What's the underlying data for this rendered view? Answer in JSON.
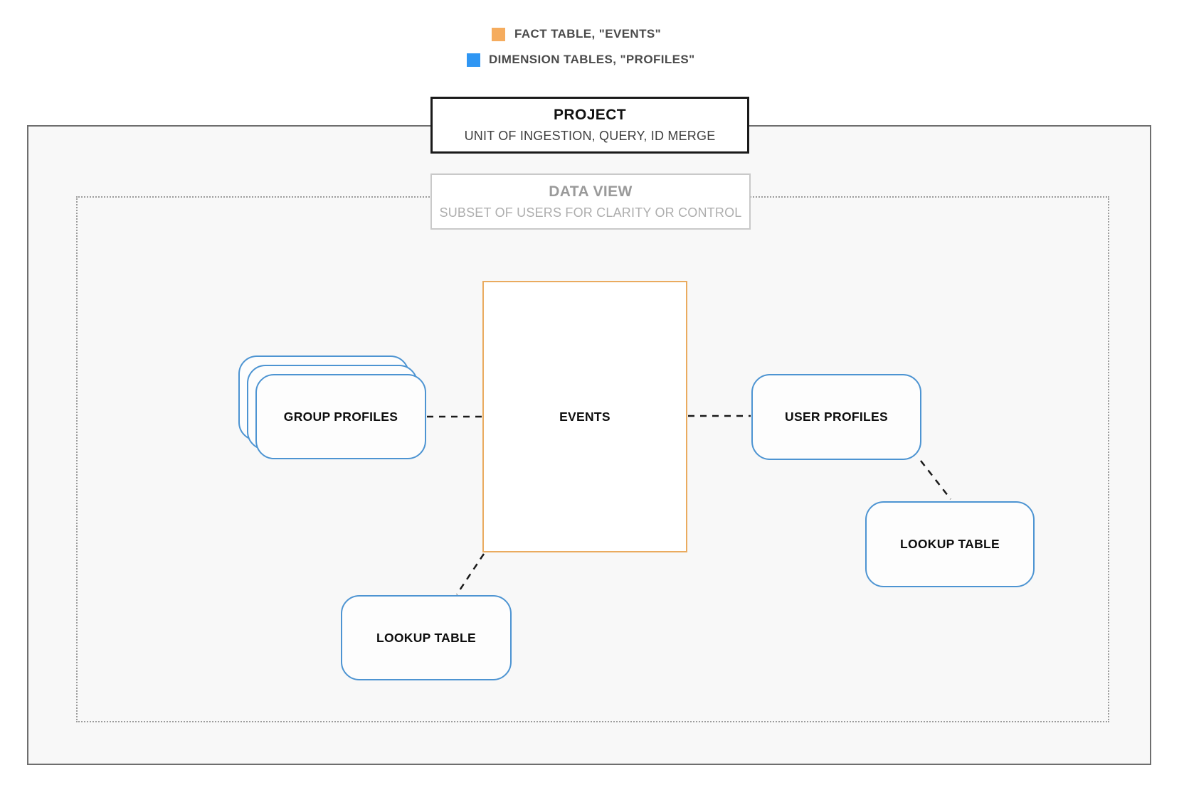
{
  "legend": {
    "items": [
      {
        "label": "FACT TABLE, \"EVENTS\"",
        "color": "#f5ac5e"
      },
      {
        "label": "DIMENSION TABLES, \"PROFILES\"",
        "color": "#2f96f3"
      }
    ]
  },
  "project": {
    "title": "PROJECT",
    "subtitle": "UNIT OF INGESTION, QUERY, ID MERGE"
  },
  "data_view": {
    "title": "DATA VIEW",
    "subtitle": "SUBSET OF USERS FOR CLARITY OR CONTROL"
  },
  "nodes": {
    "events": {
      "label": "EVENTS",
      "type": "fact"
    },
    "group_profiles": {
      "label": "GROUP PROFILES",
      "type": "dimension"
    },
    "user_profiles": {
      "label": "USER PROFILES",
      "type": "dimension"
    },
    "lookup_table_right": {
      "label": "LOOKUP TABLE",
      "type": "dimension"
    },
    "lookup_table_bottom": {
      "label": "LOOKUP TABLE",
      "type": "dimension"
    }
  },
  "colors": {
    "fact_border": "#eaab5f",
    "dimension_border": "#4d94d2",
    "connector": "#1a1a1a",
    "outer_border": "#6e6e6e",
    "dotted_border": "#9c9c9c"
  }
}
